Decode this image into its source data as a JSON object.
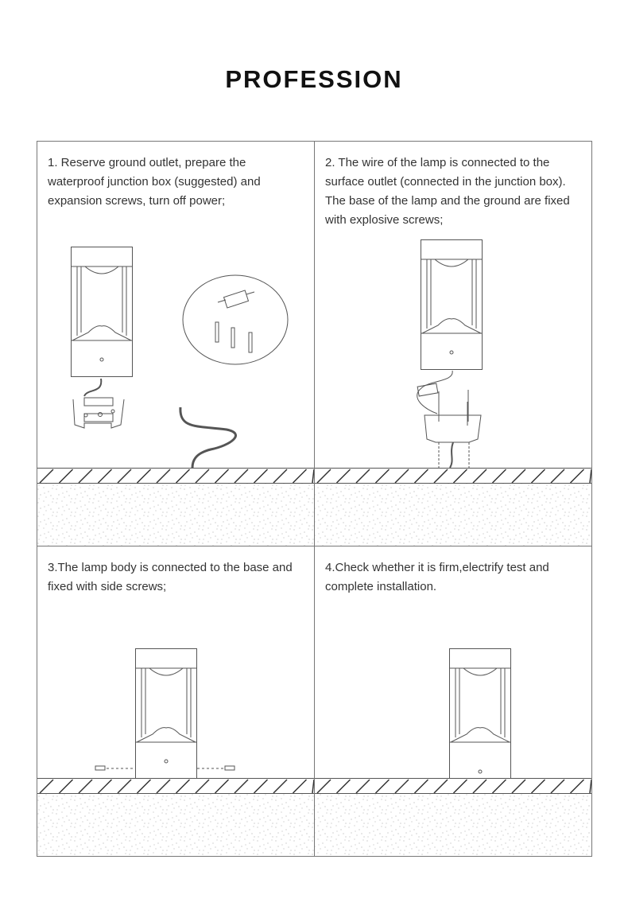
{
  "title": "PROFESSION",
  "steps": [
    {
      "text": "1. Reserve ground outlet, prepare the waterproof junction box (suggested) and expansion screws, turn off power;"
    },
    {
      "text": "2. The wire of the lamp is connected to the surface outlet (connected in the junction box). The base of the lamp and the ground are fixed with explosive screws;"
    },
    {
      "text": "3.The lamp body is connected to the base and fixed with side screws;"
    },
    {
      "text": "4.Check whether it is firm,electrify test and complete installation."
    }
  ],
  "colors": {
    "line": "#555555",
    "border": "#777777",
    "text": "#333333"
  }
}
